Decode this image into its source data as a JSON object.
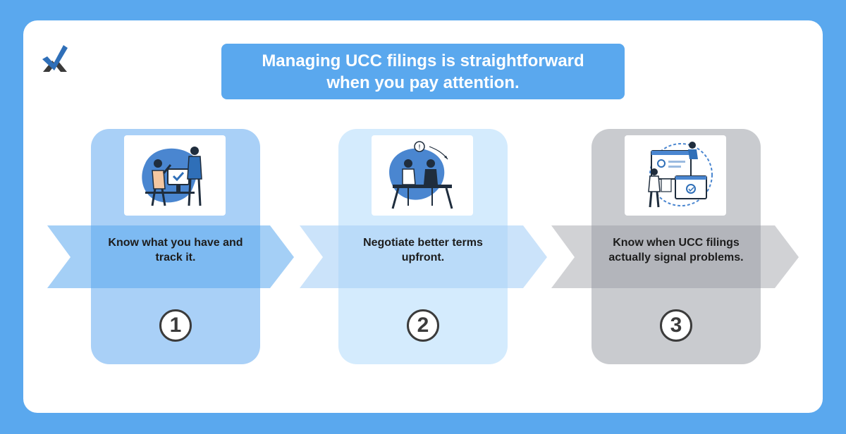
{
  "header": {
    "title": "Managing UCC filings is straightforward when you pay attention."
  },
  "steps": [
    {
      "number": "1",
      "text": "Know what you have and track it.",
      "color": "#a9d0f7",
      "illustration": "people-at-desk-illustration"
    },
    {
      "number": "2",
      "text": "Negotiate better terms upfront.",
      "color": "#d4ebfd",
      "illustration": "negotiation-table-illustration"
    },
    {
      "number": "3",
      "text": "Know when UCC filings actually signal problems.",
      "color": "#c9cbcf",
      "illustration": "dashboard-monitoring-illustration"
    }
  ],
  "colors": {
    "background": "#5aa8ee",
    "card": "#ffffff",
    "accent_blue": "#2f6fb8",
    "logo_dark": "#3a3a3a"
  }
}
